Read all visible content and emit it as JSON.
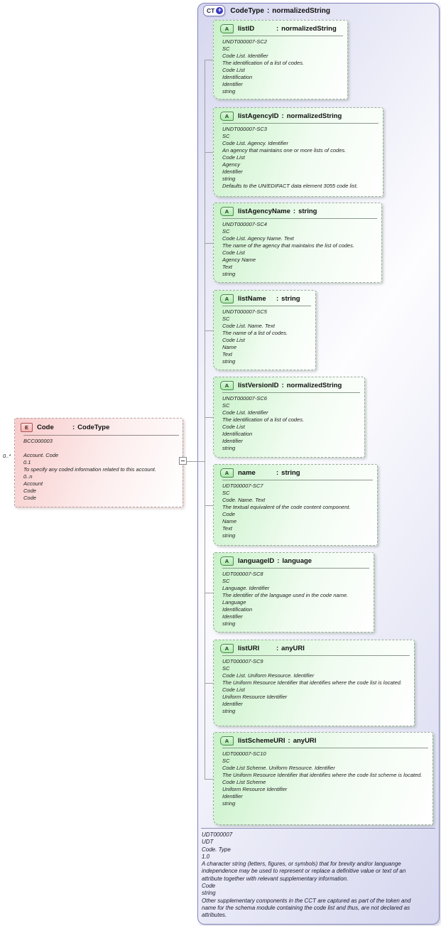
{
  "ui": {
    "colon": ":"
  },
  "colors": {
    "container_border": "#8585bb",
    "container_fill_light": "#fdfdff",
    "container_fill_dark": "#d6d7ef",
    "attribute_fill": "#c9f2c9",
    "attribute_border": "#9cab9c",
    "element_fill": "#f8cbcb",
    "element_border": "#b8a0a0",
    "badge_attr_fill": "#b0eab0",
    "badge_attr_border": "#4d8a4d",
    "badge_elem_fill": "#f5b4b4",
    "badge_elem_border": "#a85454",
    "ct_icon_blue": "#3b3bc8",
    "connector_line": "#a0a0a0"
  },
  "element": {
    "badge_label": "E",
    "name": "Code",
    "type": "CodeType",
    "multiplicity": "0..*",
    "annotations": [
      "BCC000003",
      "",
      "Account. Code",
      "0.1",
      "To specify any coded information related to this account.",
      "0..n",
      "Account",
      "Code",
      "Code"
    ]
  },
  "complex_type": {
    "badge_label": "CT",
    "name": "CodeType",
    "type": "normalizedString",
    "attributes": [
      {
        "badge_label": "A",
        "name": "listID",
        "type": "normalizedString",
        "annotations": [
          "UNDT000007-SC2",
          "SC",
          "Code List. Identifier",
          "The identification of a list of codes.",
          "Code List",
          "Identification",
          "Identifier",
          "string"
        ]
      },
      {
        "badge_label": "A",
        "name": "listAgencyID",
        "type": "normalizedString",
        "annotations": [
          "UNDT000007-SC3",
          "SC",
          "Code List. Agency. Identifier",
          "An agency that maintains one or more lists of codes.",
          "Code List",
          "Agency",
          "Identifier",
          "string",
          "Defaults to the UN/EDIFACT data element 3055 code list."
        ]
      },
      {
        "badge_label": "A",
        "name": "listAgencyName",
        "type": "string",
        "annotations": [
          "UNDT000007-SC4",
          "SC",
          "Code List. Agency Name. Text",
          "The name of the agency that maintains the list of codes.",
          "Code List",
          "Agency Name",
          "Text",
          "string"
        ]
      },
      {
        "badge_label": "A",
        "name": "listName",
        "type": "string",
        "annotations": [
          "UNDT000007-SC5",
          "SC",
          "Code List. Name. Text",
          "The name of a list of codes.",
          "Code List",
          "Name",
          "Text",
          "string"
        ]
      },
      {
        "badge_label": "A",
        "name": "listVersionID",
        "type": "normalizedString",
        "annotations": [
          "UNDT000007-SC6",
          "SC",
          "Code List. Identifier",
          "The identification of a list of codes.",
          "Code List",
          "Identification",
          "Identifier",
          "string"
        ]
      },
      {
        "badge_label": "A",
        "name": "name",
        "type": "string",
        "annotations": [
          "UDT000007-SC7",
          "SC",
          "Code. Name. Text",
          "The textual equivalent of the code content component.",
          "Code",
          "Name",
          "Text",
          "string"
        ]
      },
      {
        "badge_label": "A",
        "name": "languageID",
        "type": "language",
        "annotations": [
          "UDT000007-SC8",
          "SC",
          "Language. Identifier",
          "The identifier of the language used in the code name.",
          "Language",
          "Identification",
          "Identifier",
          "string"
        ]
      },
      {
        "badge_label": "A",
        "name": "listURI",
        "type": "anyURI",
        "annotations": [
          "UDT000007-SC9",
          "SC",
          "Code List. Uniform Resource. Identifier",
          "The Uniform Resource Identifier that identifies where the code list is located.",
          "Code List",
          "Uniform Resource Identifier",
          "Identifier",
          "string"
        ]
      },
      {
        "badge_label": "A",
        "name": "listSchemeURI",
        "type": "anyURI",
        "annotations": [
          "UDT000007-SC10",
          "SC",
          "Code List Scheme. Uniform Resource. Identifier",
          "The Uniform Resource Identifier that identifies where the code list scheme is located.",
          "Code List Scheme",
          "Uniform Resource Identifier",
          "Identifier",
          "string"
        ]
      }
    ],
    "footer_annotations": [
      "UDT000007",
      "UDT",
      "Code. Type",
      "1.0",
      "A character string (letters, figures, or symbols) that for brevity and/or languange independence may be used to represent or replace a definitive value or text of an attribute together with relevant supplementary information.",
      "Code",
      "string",
      "Other supplementary components in the CCT are captured as part of the token and name for the schema module containing the code list and thus, are not declared as attributes."
    ]
  }
}
